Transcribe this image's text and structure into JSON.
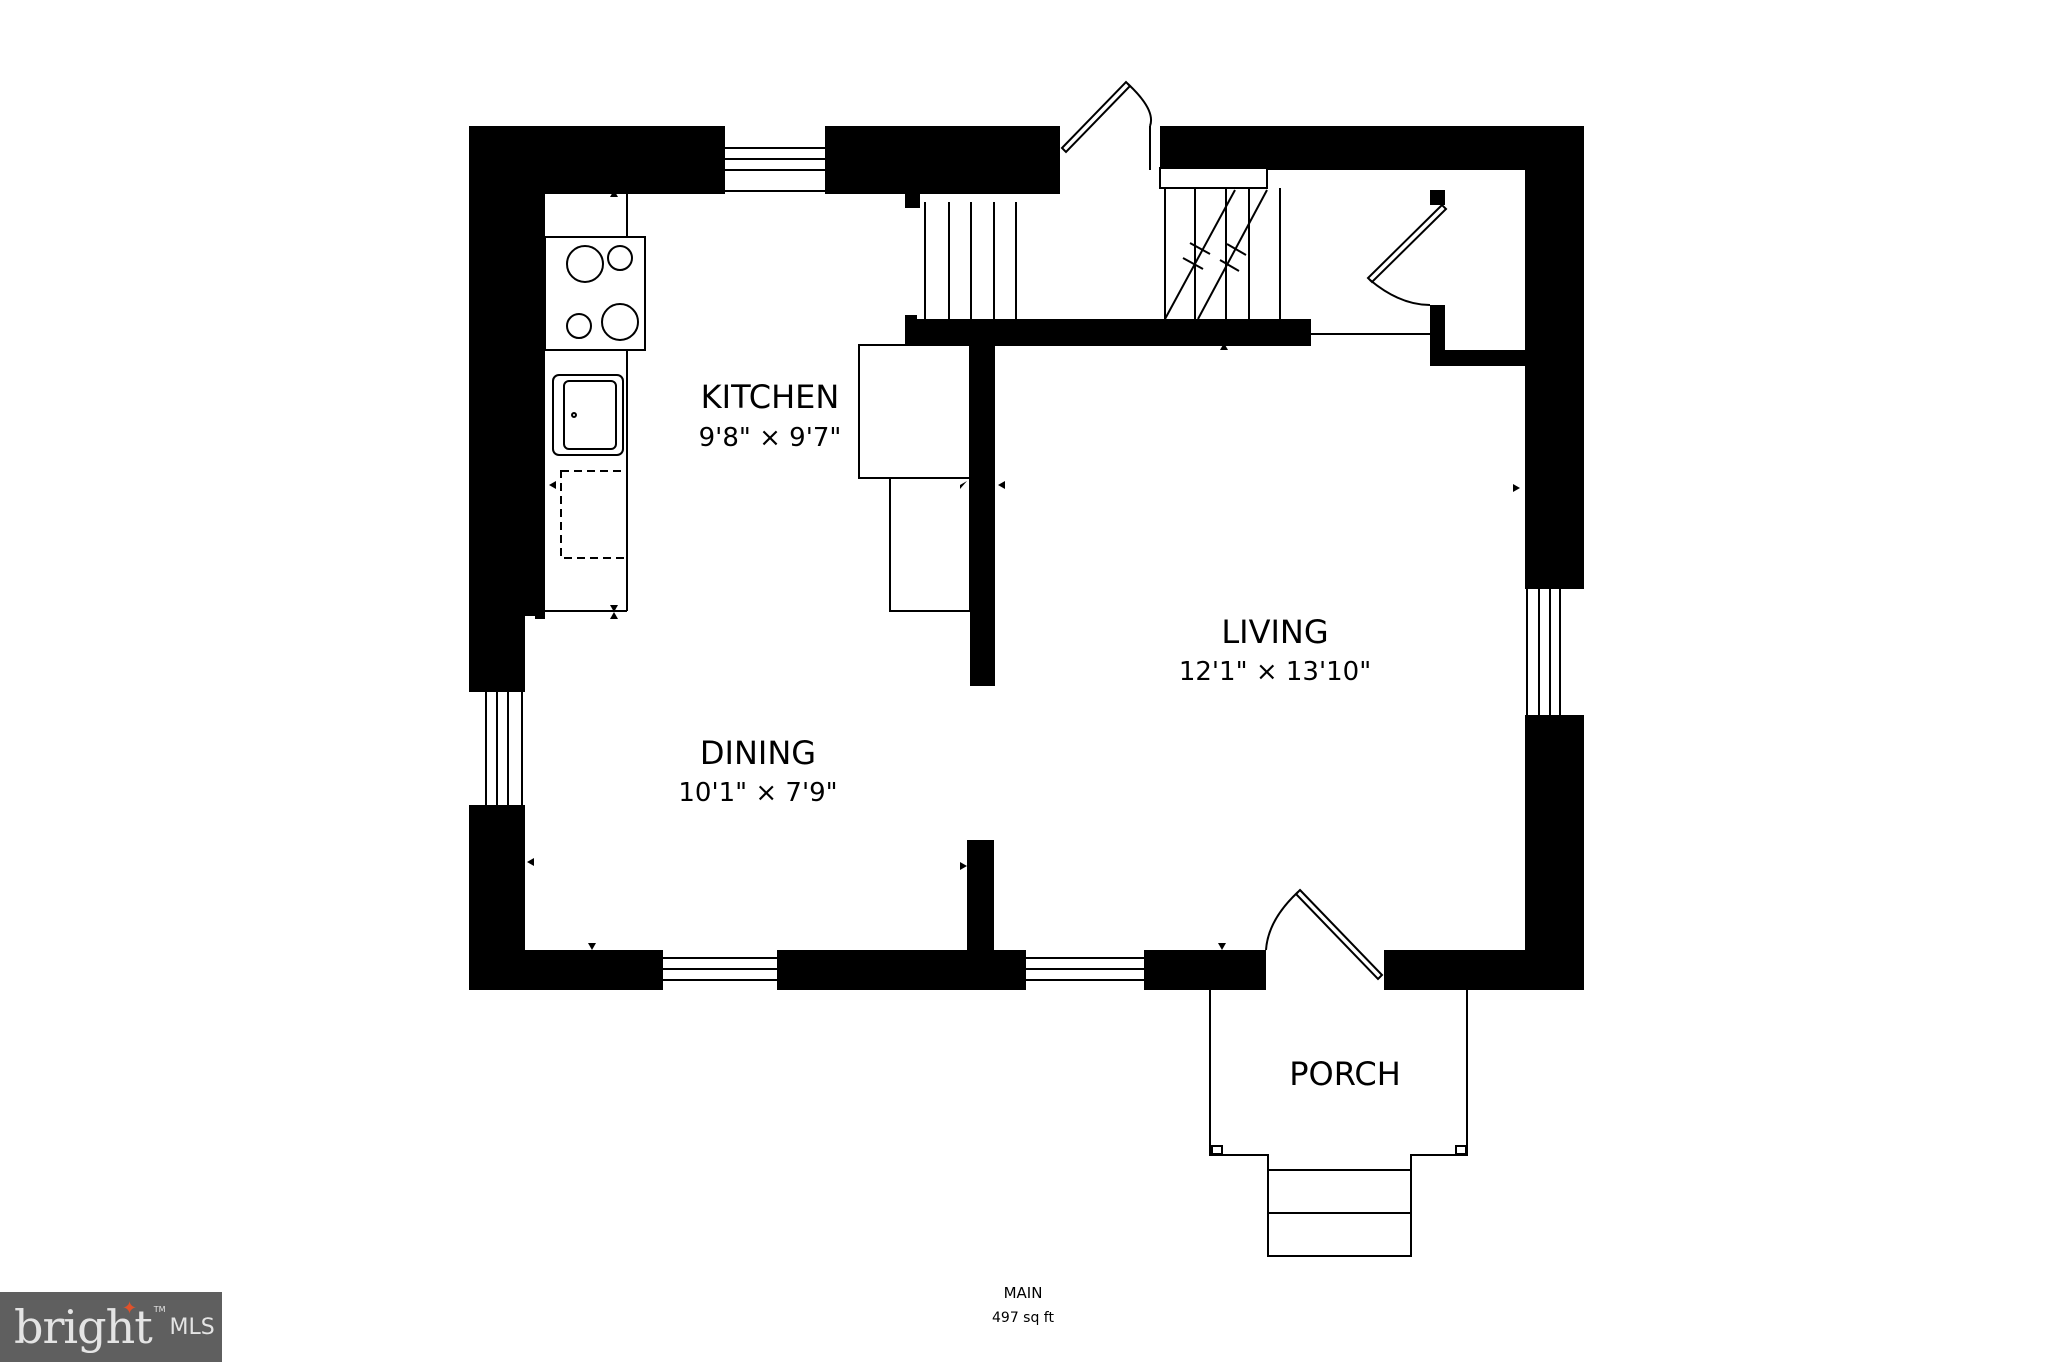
{
  "rooms": {
    "kitchen": {
      "name": "KITCHEN",
      "dimensions": "9'8\" × 9'7\""
    },
    "dining": {
      "name": "DINING",
      "dimensions": "10'1\" × 7'9\""
    },
    "living": {
      "name": "LIVING",
      "dimensions": "12'1\" × 13'10\""
    },
    "porch": {
      "name": "PORCH"
    }
  },
  "floor": {
    "name": "MAIN",
    "area": "497 sq ft"
  },
  "logo": {
    "word": "bright",
    "tm": "TM",
    "suffix": "MLS",
    "spark_symbol": "✦"
  },
  "colors": {
    "wall": "#000000",
    "background": "#ffffff",
    "logo_bg": "#5f5f5f",
    "logo_text": "#e4e4e4",
    "logo_accent": "#e0522b"
  }
}
